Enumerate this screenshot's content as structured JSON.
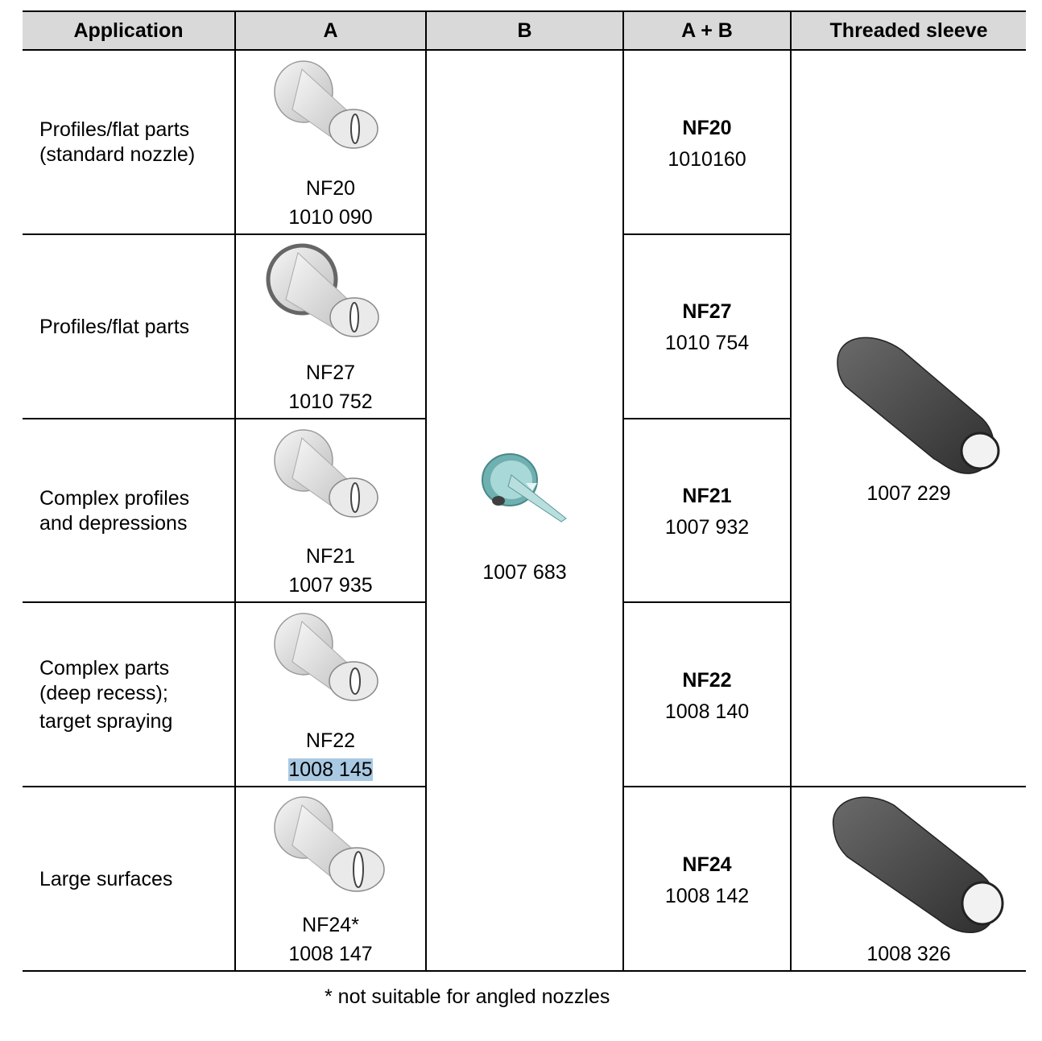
{
  "headers": [
    "Application",
    "A",
    "B",
    "A + B",
    "Threaded sleeve"
  ],
  "rows": [
    {
      "application": [
        "Profiles/flat parts",
        "(standard nozzle)"
      ],
      "a_name": "NF20",
      "a_code": "1010 090",
      "ab_name": "NF20",
      "ab_code": "1010160"
    },
    {
      "application": [
        "Profiles/flat parts"
      ],
      "a_name": "NF27",
      "a_code": "1010 752",
      "ab_name": "NF27",
      "ab_code": "1010 754"
    },
    {
      "application": [
        "Complex profiles",
        "and depressions"
      ],
      "a_name": "NF21",
      "a_code": "1007 935",
      "ab_name": "NF21",
      "ab_code": "1007 932"
    },
    {
      "application": [
        "Complex parts",
        "(deep recess);",
        "target spraying"
      ],
      "a_name": "NF22",
      "a_code": "1008 145",
      "ab_name": "NF22",
      "ab_code": "1008 140"
    },
    {
      "application": [
        "Large surfaces"
      ],
      "a_name": "NF24*",
      "a_code": "1008 147",
      "ab_name": "NF24",
      "ab_code": "1008 142"
    }
  ],
  "b_code": "1007 683",
  "sleeves": [
    "1007 229",
    "1008 326"
  ],
  "footnote": "* not suitable for angled nozzles",
  "colors": {
    "header_bg": "#d9d9d9",
    "highlight": "#a9c9e3",
    "sleeve": "#444444",
    "b_part": "#8fc8c8"
  }
}
